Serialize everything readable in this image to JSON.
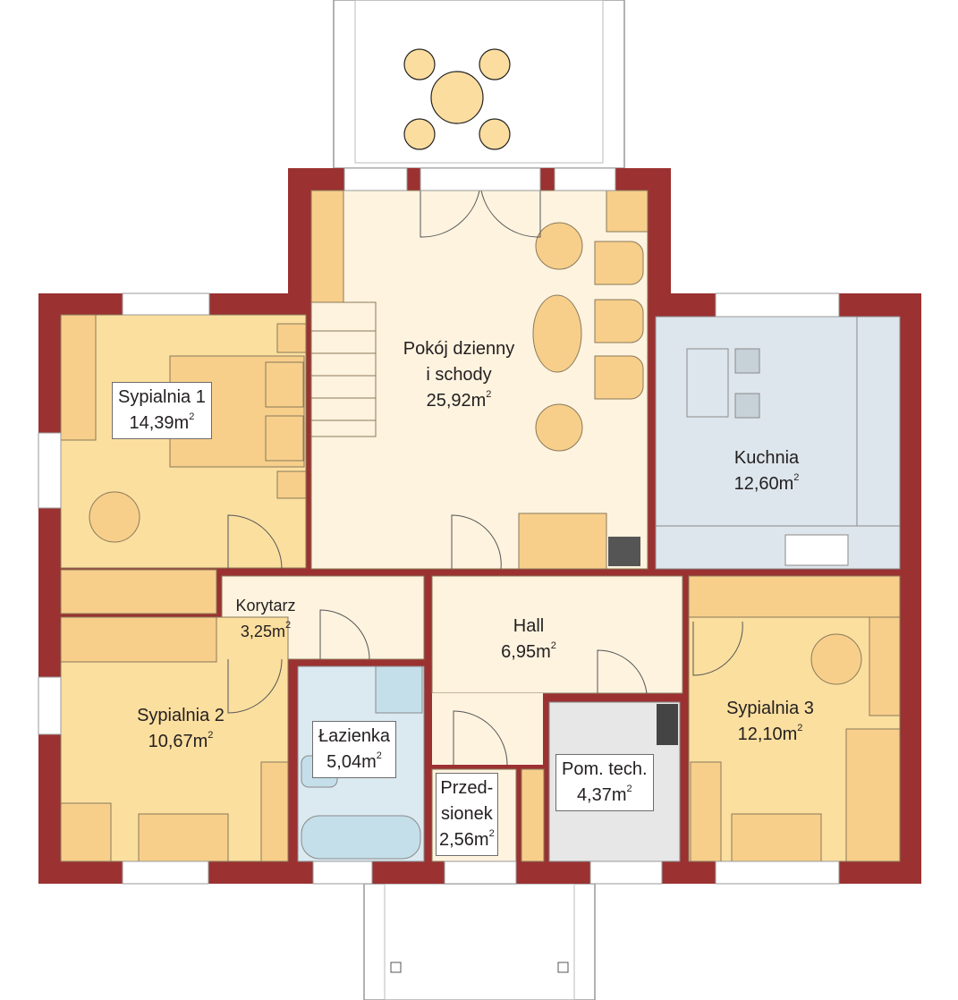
{
  "colors": {
    "wall": "#9b3131",
    "bedroom": "#fbdf9f",
    "furniture": "#f7cf8b",
    "living": "#fdf3df",
    "kitchen": "#dde6ec",
    "bathroom": "#dbe9f1",
    "technical": "#e7e7e7"
  },
  "rooms": {
    "living": {
      "line1": "Pokój dzienny",
      "line2": "i schody",
      "area": "25,92m",
      "exp": "2"
    },
    "bedroom1": {
      "line1": "Sypialnia 1",
      "area": "14,39m",
      "exp": "2"
    },
    "kitchen": {
      "line1": "Kuchnia",
      "area": "12,60m",
      "exp": "2"
    },
    "corridor": {
      "line1": "Korytarz",
      "area": "3,25m",
      "exp": "2"
    },
    "hall": {
      "line1": "Hall",
      "area": "6,95m",
      "exp": "2"
    },
    "bedroom2": {
      "line1": "Sypialnia 2",
      "area": "10,67m",
      "exp": "2"
    },
    "bathroom": {
      "line1": "Łazienka",
      "area": "5,04m",
      "exp": "2"
    },
    "vestibule": {
      "line1": "Przed-",
      "line2": "sionek",
      "area": "2,56m",
      "exp": "2"
    },
    "technical": {
      "line1": "Pom. tech.",
      "area": "4,37m",
      "exp": "2"
    },
    "bedroom3": {
      "line1": "Sypialnia 3",
      "area": "12,10m",
      "exp": "2"
    }
  }
}
